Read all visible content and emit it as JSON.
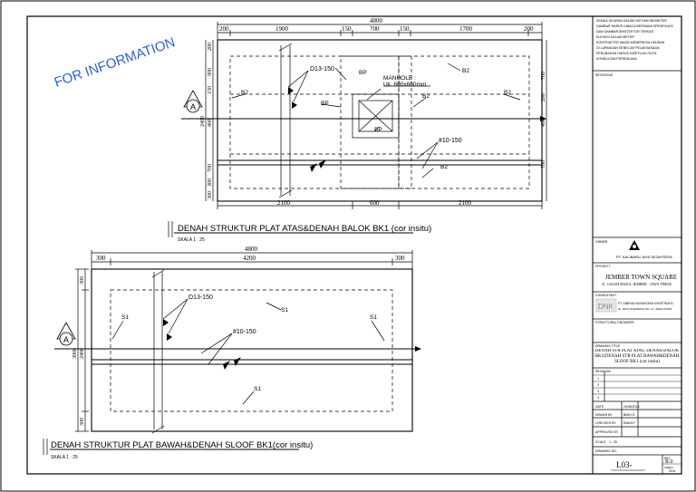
{
  "watermark": "FOR INFORMATION",
  "top_plan": {
    "overall_dim": "4800",
    "top_segments": [
      "200",
      "1900",
      "150",
      "700",
      "150",
      "1700",
      "200"
    ],
    "bottom_segments": [
      "2100",
      "600",
      "2100"
    ],
    "left_segments": [
      "200",
      "900",
      "150",
      "400",
      "700",
      "300",
      "300"
    ],
    "left_total": "2400",
    "right_segments": [
      "700",
      "200",
      "400",
      "700"
    ],
    "rebar_a": "D13-150",
    "rebar_b": "#10-150",
    "manhole_title": "MANHOLE :",
    "manhole_size": "Uk. 600x600mm",
    "labels": {
      "b2a": "B2",
      "b2b": "B2",
      "b2c": "B2",
      "b2d": "B2",
      "b2e": "B2",
      "bpa": "BP",
      "bpb": "BP",
      "bpc": "BP"
    },
    "section_letter": "A",
    "title": "DENAH STRUKTUR PLAT ATAS&DENAH BALOK BK1 (cor insitu)",
    "scale": "SKALA 1 : 25"
  },
  "bottom_plan": {
    "overall_dim": "4800",
    "top_segments": [
      "300",
      "4200",
      "300"
    ],
    "left_segments": [
      "300",
      "2400",
      "300"
    ],
    "left_total": "3000",
    "rebar_a": "D13-150",
    "rebar_b": "#10-150",
    "labels": {
      "s1a": "S1",
      "s1b": "S1",
      "s1c": "S1",
      "s1d": "S1"
    },
    "section_letter": "A",
    "title": "DENAH STRUKTUR PLAT BAWAH&DENAH SLOOF BK1(cor insitu)",
    "scale": "SKALA 1 : 25"
  },
  "title_block": {
    "notes": [
      "SEMUA UKURAN DALAM SATUAN MILIMETER",
      "GAMBAR HARUS DIBACA BERSAMA SPESIFIKASI",
      "DAN GAMBAR ARSITEKTUR TERKAIT",
      "ELEVASI DALAM METER",
      "KONTRAKTOR WAJIB MEMERIKSA UKURAN",
      "DI LAPANGAN SEBELUM PELAKSANAAN",
      "PERUBAHAN HARUS DISETUJUI OLEH",
      "KONSULTAN PERENCANA"
    ],
    "revisions_heading": "REVISIONS",
    "owner_heading": "OWNER",
    "owner_name": "PT. KALIBARU JAYA SEJAHTERA",
    "project_heading": "PROJECT",
    "project_name": "JEMBER TOWN SQUARE",
    "project_address": "JL. GAJAH MADA, JEMBER - JAWA TIMUR",
    "consultant_heading": "CONSULTANT",
    "consultant_logo": "DNK",
    "consultant_name": "PT. DIMENSI NUSANTARA KONSTRUKSI",
    "consultant_address": "JL. RAYA SURABAYA NO. 17, JAWA TIMUR",
    "structural_heading": "STRUCTURAL ENGINEER",
    "drawing_title_heading": "DRAWING TITLE",
    "drawing_title": "DENAH STR PLAT ATAS, DENAH BALOK BK1(DENAH STR PLAT BAWAH&DENAH SLOOF BK1 (cor insitu)",
    "revision_table_heading": "REVISION",
    "rev_rows": [
      "1",
      "2",
      "3",
      "4"
    ],
    "date_label": "DATE",
    "date_value": "20/08/2014",
    "drawn_label": "DRAWN BY",
    "drawn_value": "BIMO D",
    "checked_label": "CHECKED BY",
    "checked_value": "RAKA P",
    "approved_label": "APPROVED BY",
    "approved_value": "",
    "scale_label": "SCALE",
    "scale_value": "1 : 25",
    "drawing_no_label": "DRAWING NO.",
    "drawing_no": "L03-",
    "rev_label": "REV",
    "rev_value": "R.0",
    "sheet_label": "SHEET",
    "sheet_value": "3/18"
  }
}
